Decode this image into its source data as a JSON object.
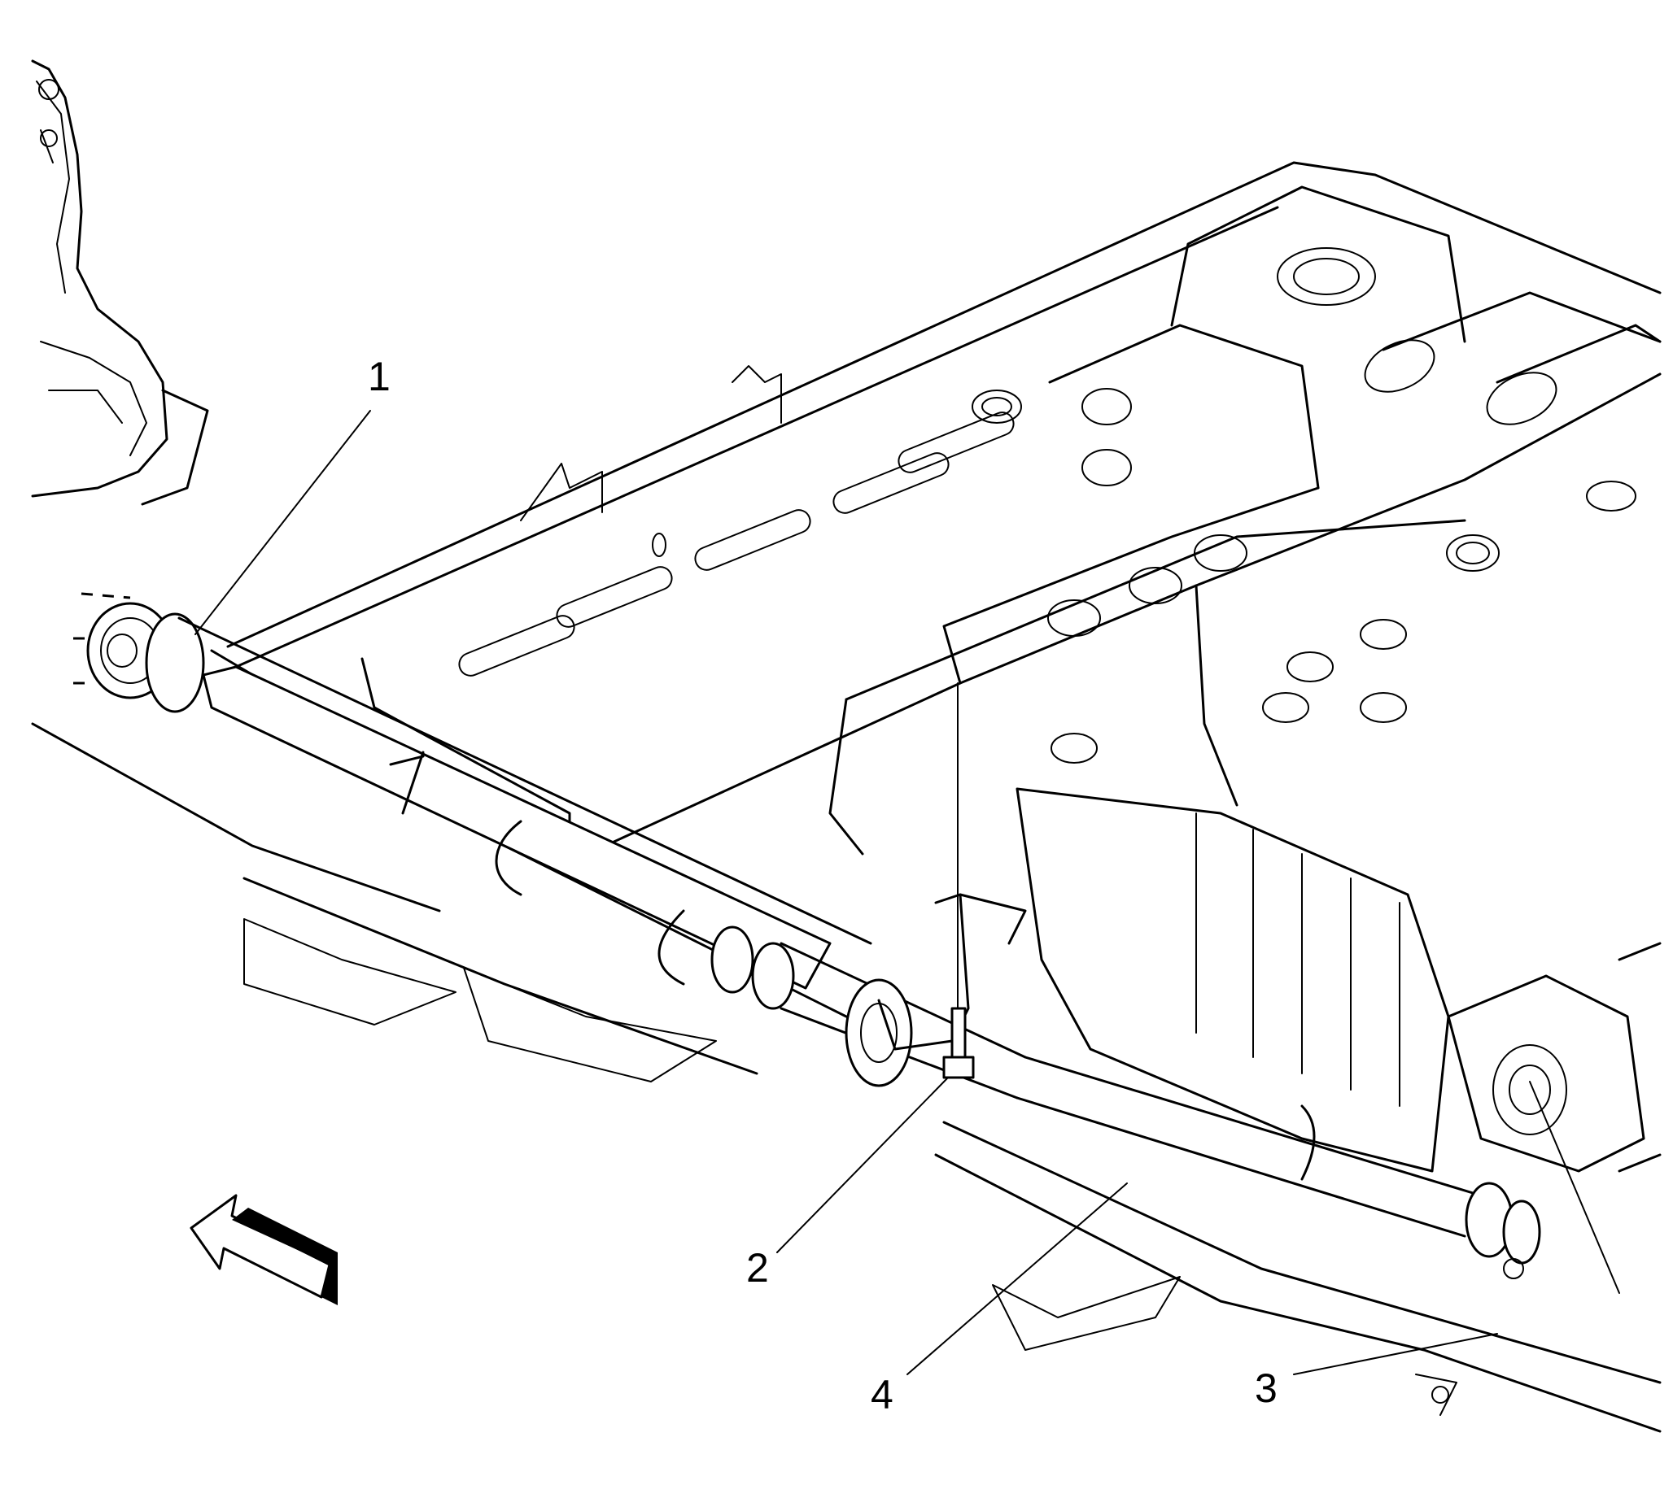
{
  "callouts": [
    {
      "id": "1",
      "text": "1"
    },
    {
      "id": "2",
      "text": "2"
    },
    {
      "id": "3",
      "text": "3"
    },
    {
      "id": "4",
      "text": "4"
    }
  ],
  "icons": {
    "direction_arrow": "forward-direction-arrow-icon"
  },
  "colors": {
    "line": "#000000",
    "background": "#ffffff"
  }
}
